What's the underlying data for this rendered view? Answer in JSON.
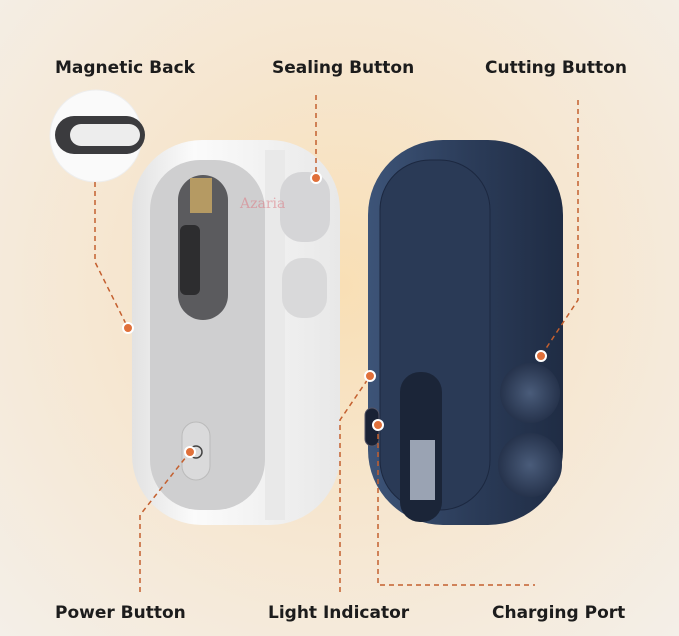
{
  "labels": {
    "magnetic_back": "Magnetic Back",
    "sealing_button": "Sealing Button",
    "cutting_button": "Cutting Button",
    "power_button": "Power Button",
    "light_indicator": "Light Indicator",
    "charging_port": "Charging Port"
  },
  "watermark": "Azaria",
  "colors": {
    "leader": "#c4602f",
    "white_device": "#f7f7f7",
    "blue_device": "#2e3f5c"
  }
}
